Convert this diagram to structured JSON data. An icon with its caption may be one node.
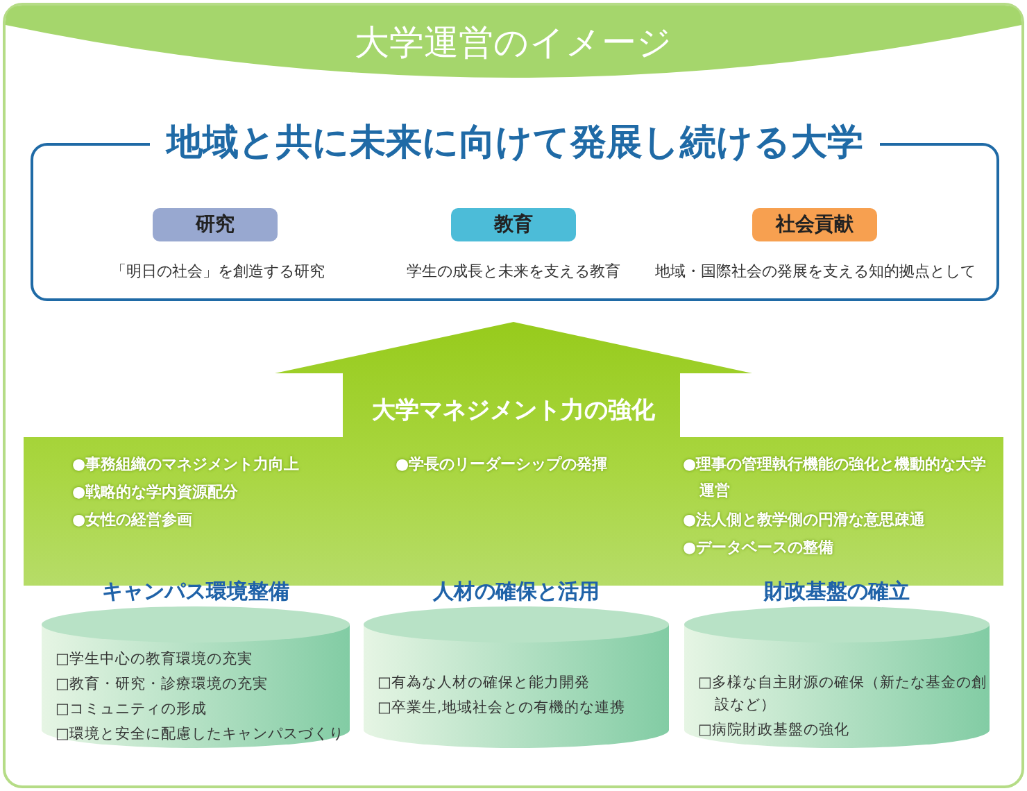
{
  "diagram": {
    "title": "大学運営のイメージ",
    "nodes": [
      {
        "text": [
          "地域と共に未来に向けて発展し続ける大学"
        ]
      },
      {
        "text": [
          "研究"
        ],
        "in": 0,
        "beside": [
          "「明日の社会」を創造する研究"
        ]
      },
      {
        "text": [
          "教育"
        ],
        "in": 0,
        "beside": [
          "学生の成長と未来を支える教育"
        ]
      },
      {
        "text": [
          "社会貢献"
        ],
        "in": 0,
        "beside": [
          "地域・国際社会の発展を支える知的拠点として"
        ]
      },
      {
        "text": [
          "大学マネジメント力の強化",
          "●事務組織のマネジメント力向上",
          "●戦略的な学内資源配分",
          "●女性の経営参画",
          "●学長のリーダーシップの発揮",
          "●理事の管理執行機能の強化と機動的な大学運営",
          "●法人側と教学側の円滑な意思疎通",
          "●データベースの整備"
        ]
      },
      {
        "text": [
          "キャンパス環境整備",
          "□学生中心の教育環境の充実",
          "□教育・研究・診療環境の充実",
          "□コミュニティの形成",
          "□環境と安全に配慮したキャンパスづくり"
        ]
      },
      {
        "text": [
          "人材の確保と活用",
          "□有為な人材の確保と能力開発",
          "□卒業生,地域社会との有機的な連携"
        ]
      },
      {
        "text": [
          "財政基盤の確立",
          "□多様な自主財源の確保（新たな基金の創設など）",
          "□病院財政基盤の強化"
        ]
      }
    ]
  }
}
